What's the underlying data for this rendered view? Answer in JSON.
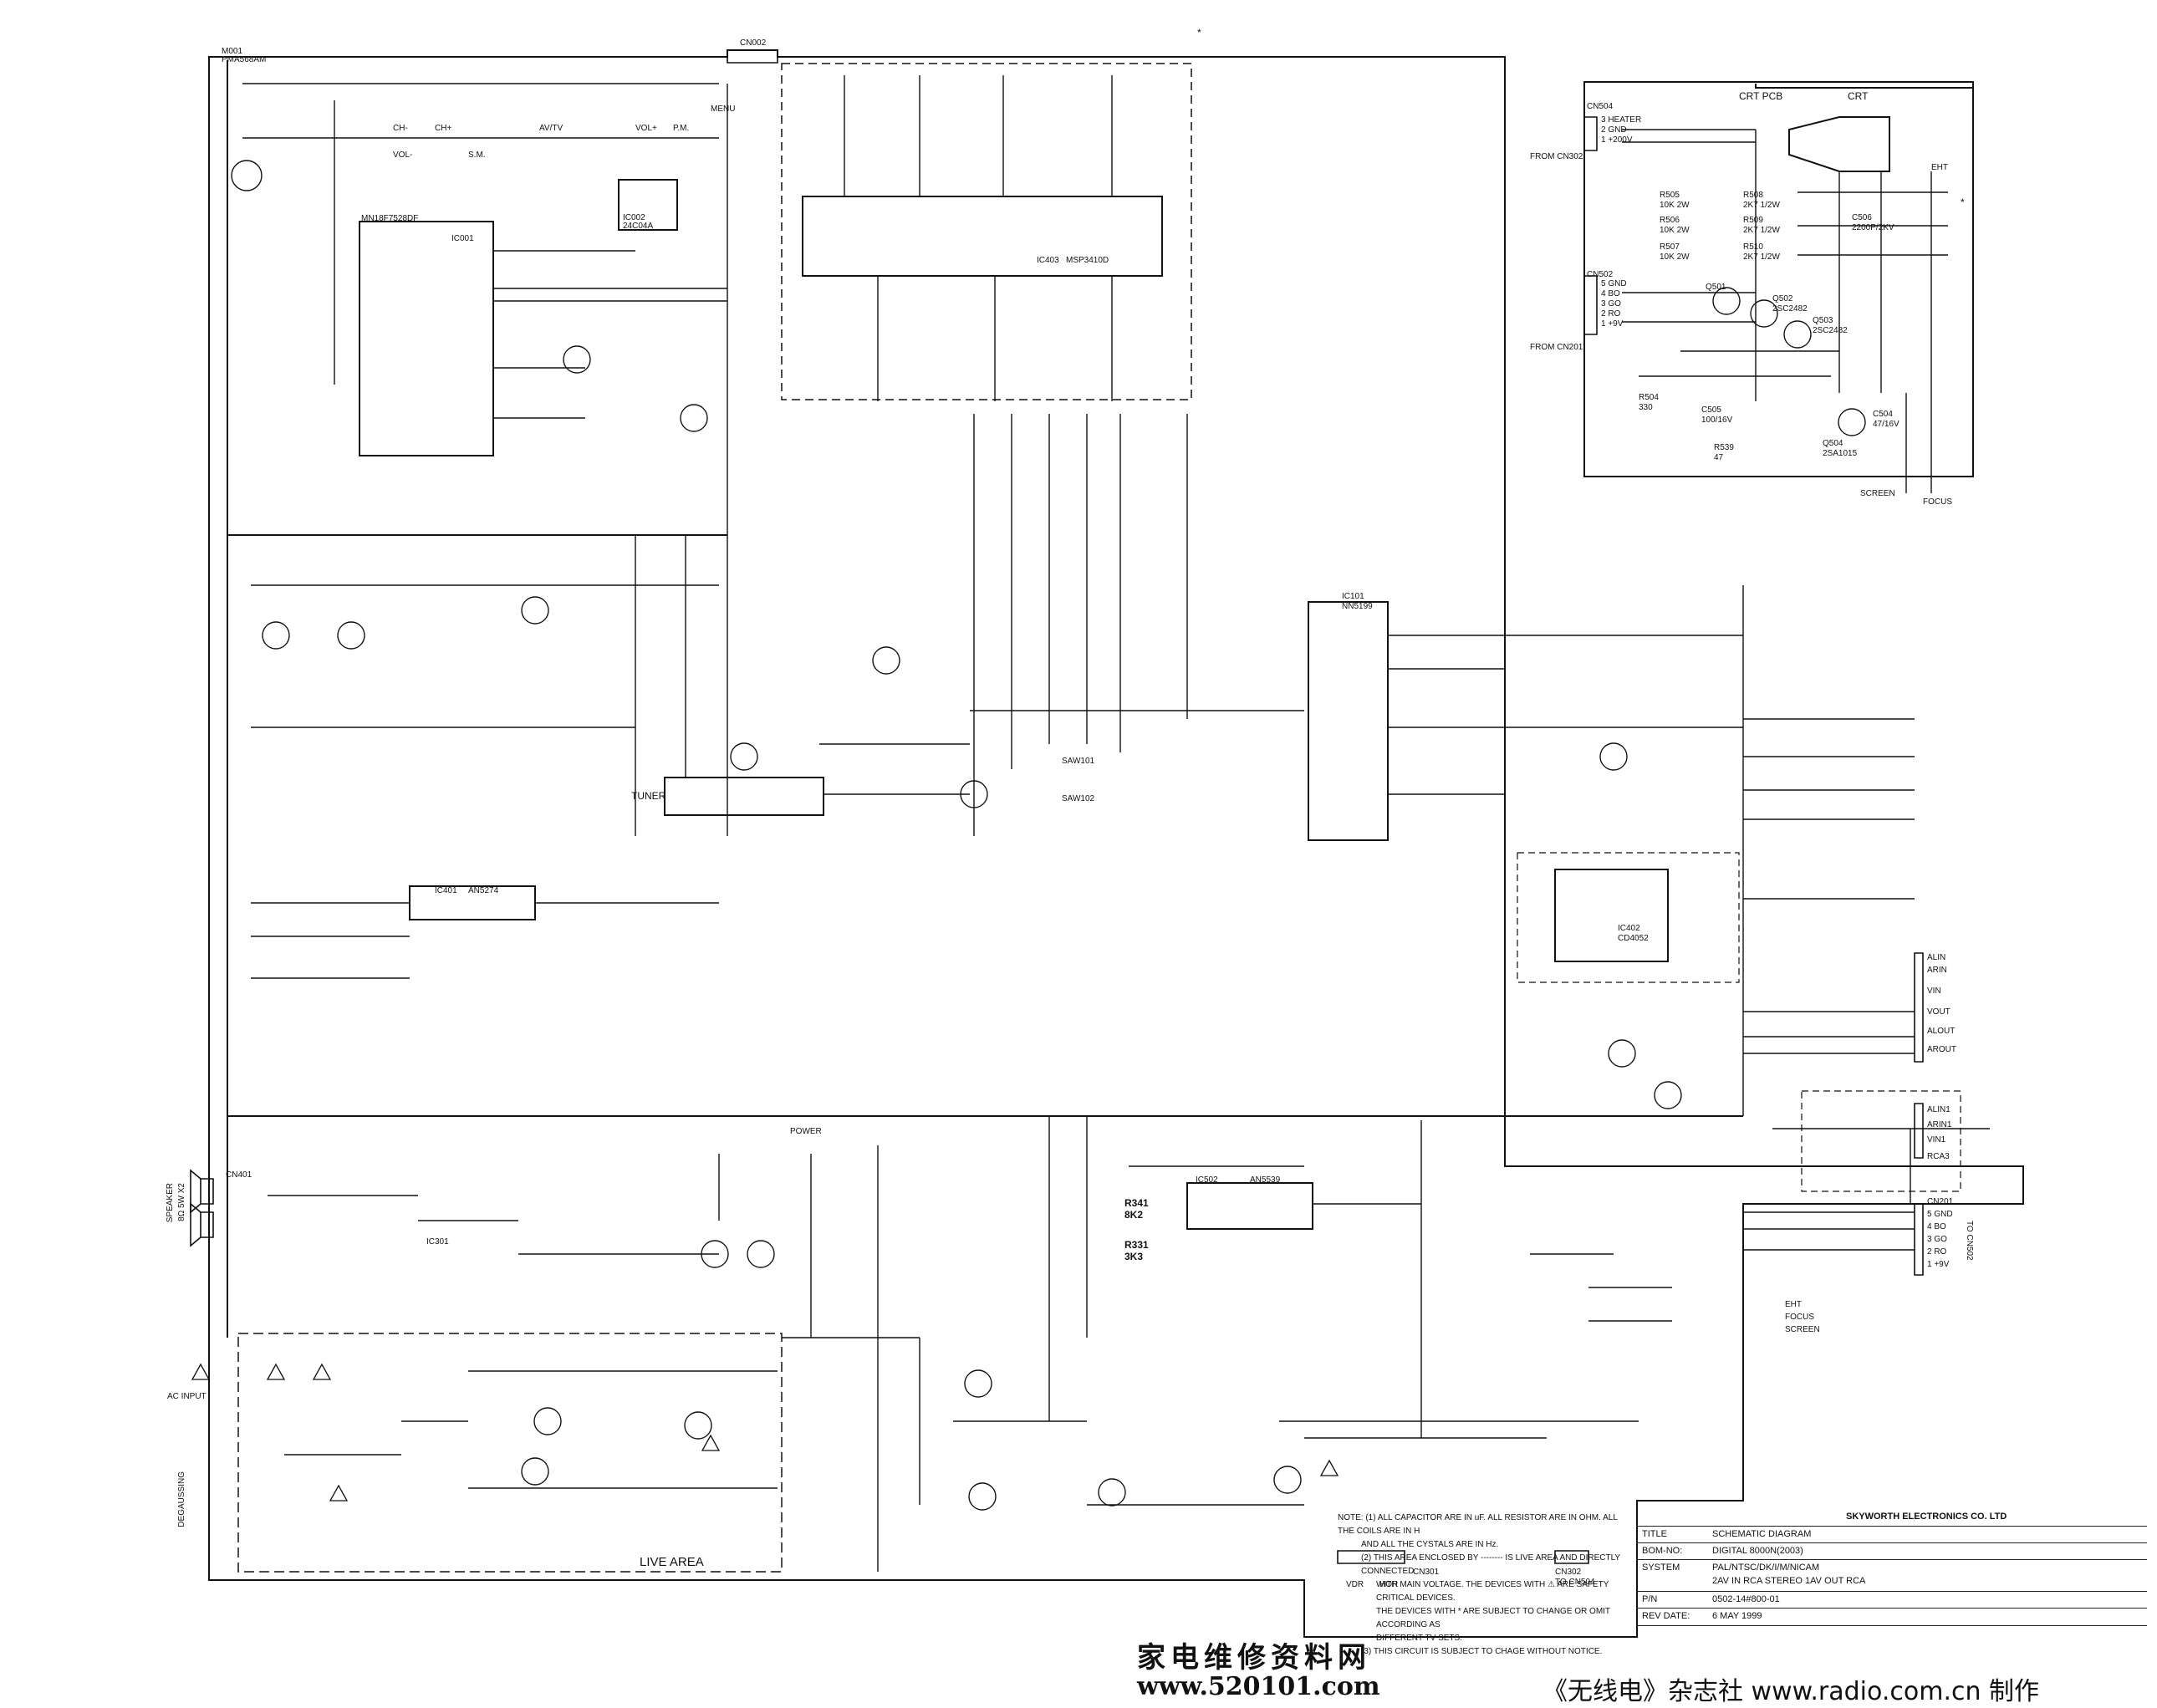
{
  "header": {
    "corner_mark": "*"
  },
  "crt_pcb": {
    "title": "CRT PCB",
    "crt_label": "CRT",
    "cn504": "CN504",
    "cn504_pins": [
      "3 HEATER",
      "2 GND",
      "1 +200V"
    ],
    "from_cn302": "FROM CN302",
    "cn502": "CN502",
    "cn502_pins": [
      "5 GND",
      "4 BO",
      "3 GO",
      "2 RO",
      "1 +9V"
    ],
    "from_cn201": "FROM CN201",
    "ehc": "EHT",
    "screen": "SCREEN",
    "focus": "FOCUS",
    "parts": [
      {
        "ref": "R505",
        "val": "10K 2W"
      },
      {
        "ref": "R508",
        "val": "2K7 1/2W"
      },
      {
        "ref": "R506",
        "val": "10K 2W"
      },
      {
        "ref": "R509",
        "val": "2K7 1/2W"
      },
      {
        "ref": "R507",
        "val": "10K 2W"
      },
      {
        "ref": "R510",
        "val": "2K7 1/2W"
      },
      {
        "ref": "Q501",
        "val": ""
      },
      {
        "ref": "Q502",
        "val": "2SC2482"
      },
      {
        "ref": "Q503",
        "val": "2SC2482"
      },
      {
        "ref": "Q504",
        "val": "2SA1015"
      },
      {
        "ref": "C506",
        "val": "2200P/2KV"
      },
      {
        "ref": "C504",
        "val": "47/16V"
      },
      {
        "ref": "C505",
        "val": "100/16V"
      },
      {
        "ref": "R504",
        "val": "330"
      },
      {
        "ref": "R539",
        "val": "47"
      }
    ]
  },
  "sections": {
    "cn002": "CN002",
    "ic001": "IC001",
    "ic001_part": "MN18F7528DF",
    "ic002": "IC002",
    "ic002_part": "24C04A",
    "ic403": "IC403",
    "ic403_part": "MSP3410D",
    "ic101": "IC101",
    "ic101_part": "NN5199",
    "ic401": "IC401",
    "ic401_part": "AN5274",
    "ic402": "IC402",
    "ic402_part": "CD4052",
    "ic502": "IC502",
    "ic502_part": "AN5539",
    "ic301": "IC301",
    "tuner": "TUNER",
    "m001": "M001",
    "m001_part": "PMA568AM",
    "speaker": "SPEAKER",
    "speaker_spec": "8Ω 5W X2",
    "cn401": "CN401",
    "cn201": "CN201",
    "cn201_pins": [
      "5 GND",
      "4 BO",
      "3 GO",
      "2 RO",
      "1 +9V"
    ],
    "to_cn502": "TO CN502",
    "cn301": "CN301",
    "cn302": "CN302",
    "to_cn504": "TO CN504",
    "ac_input": "AC INPUT",
    "degaussing": "DEGAUSSING",
    "live_area": "LIVE   AREA",
    "vdr": "VDR",
    "hor": "HOR",
    "ehc": "EHT",
    "focus": "FOCUS",
    "screen": "SCREEN",
    "power": "POWER",
    "saw101": "SAW101",
    "saw102": "SAW102",
    "r341": "R341",
    "r341_val": "8K2",
    "r331": "R331",
    "r331_val": "3K3",
    "av_labels": [
      "ALIN",
      "ARIN",
      "VIN",
      "VOUT",
      "ALOUT",
      "AROUT",
      "ALIN1",
      "ARIN1",
      "VIN1",
      "RCA3"
    ]
  },
  "keys": [
    "CH-",
    "CH+",
    "VOL-",
    "VOL+",
    "S.M.",
    "P.M.",
    "AV/TV",
    "MENU"
  ],
  "notes": {
    "n1": "NOTE: (1) ALL CAPACITOR ARE IN uF.  ALL RESISTOR ARE IN OHM. ALL THE COILS ARE IN H",
    "n1b": "AND ALL THE CYSTALS ARE IN Hz.",
    "n2": "(2) THIS AREA ENCLOSED BY -------- IS LIVE AREA AND DIRECTLY CONNECTED",
    "n2b": "WITH MAIN VOLTAGE. THE DEVICES WITH  ⚠  ARE SAFETY CRITICAL DEVICES.",
    "n2c": "THE DEVICES WITH  *  ARE SUBJECT TO CHANGE OR OMIT    ACCORDING   AS",
    "n2d": "DIFFERENT TV SETS.",
    "n3": "(3) THIS CIRCUIT IS SUBJECT TO CHAGE WITHOUT NOTICE."
  },
  "title_block": {
    "company": "SKYWORTH ELECTRONICS CO. LTD",
    "title_label": "TITLE",
    "title_value": "SCHEMATIC DIAGRAM",
    "bom_label": "BOM-NO:",
    "bom_value": "DIGITAL 8000N(2003)",
    "system_label": "SYSTEM",
    "system_value": "PAL/NTSC/DK/I/M/NICAM",
    "system_value2": "2AV IN RCA STEREO 1AV OUT RCA",
    "pn_label": "P/N",
    "pn_value": "0502-14#800-01",
    "rev_label": "REV DATE:",
    "rev_value": "6  MAY  1999"
  },
  "footer": {
    "left_chinese": "家电维修资料网",
    "left_url": "www.520101.com",
    "right_text": "《无线电》杂志社  www.radio.com.cn 制作"
  }
}
